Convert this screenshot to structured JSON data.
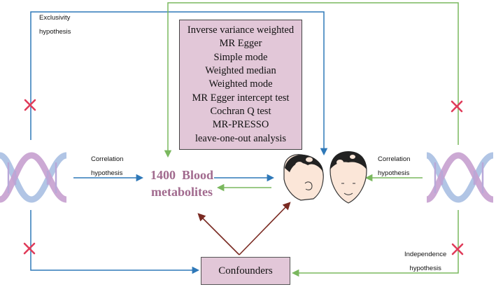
{
  "methods": [
    "Inverse variance weighted",
    "MR Egger",
    "Simple mode",
    "Weighted median",
    "Weighted mode",
    "MR Egger intercept test",
    "Cochran Q test",
    "MR-PRESSO",
    "leave-one-out analysis"
  ],
  "exposure_label_line1": "1400  Blood",
  "exposure_label_line2": "metabolites",
  "confounders_label": "Confounders",
  "exclusivity_line1": "Exclusivity",
  "exclusivity_line2": "hypothesis",
  "correlation_left_line1": "Correlation",
  "correlation_left_line2": "hypothesis",
  "correlation_right_line1": "Correlation",
  "correlation_right_line2": "hypothesis",
  "independence_line1": "Independence",
  "independence_line2": "hypothesis",
  "colors": {
    "blue": "#2e78b8",
    "green": "#7ab85e",
    "brown": "#7a2a22",
    "red_x": "#e03c5a",
    "box_fill": "#e2c7d8",
    "metabolite_text": "#a16a8e"
  }
}
